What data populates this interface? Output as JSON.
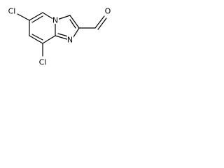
{
  "molecule": {
    "atoms": {
      "cl_top": "Cl",
      "cl_bottom": "Cl",
      "n_bridge": "N",
      "n_ring": "N",
      "o_aldehyde": "O"
    }
  }
}
